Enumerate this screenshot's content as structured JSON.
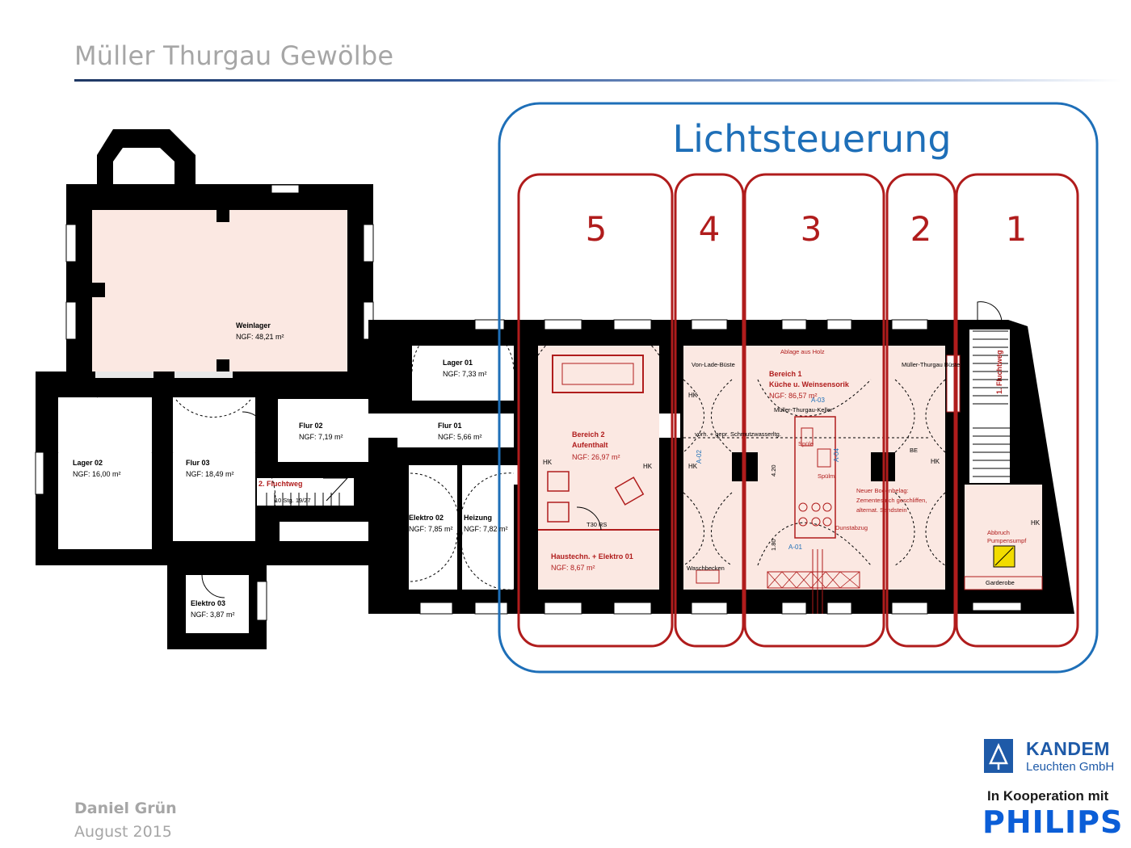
{
  "page": {
    "title": "Müller Thurgau Gewölbe",
    "author": "Daniel Grün",
    "date": "August 2015"
  },
  "lighting": {
    "title": "Lichtsteuerung",
    "zones": [
      "5",
      "4",
      "3",
      "2",
      "1"
    ],
    "frame_color": "#1e6fb8",
    "zone_color": "#b01c1c"
  },
  "rooms": {
    "weinlager": {
      "name": "Weinlager",
      "area": "NGF: 48,21 m²"
    },
    "lager02": {
      "name": "Lager 02",
      "area": "NGF: 16,00 m²"
    },
    "flur03": {
      "name": "Flur 03",
      "area": "NGF: 18,49 m²"
    },
    "flur02": {
      "name": "Flur 02",
      "area": "NGF: 7,19 m²"
    },
    "lager01": {
      "name": "Lager 01",
      "area": "NGF: 7,33 m²"
    },
    "flur01": {
      "name": "Flur 01",
      "area": "NGF: 5,66 m²"
    },
    "elektro02": {
      "name": "Elektro 02",
      "area": "NGF: 7,85 m²"
    },
    "heizung": {
      "name": "Heizung",
      "area": "NGF: 7,82 m²"
    },
    "elektro03": {
      "name": "Elektro 03",
      "area": "NGF: 3,87 m²"
    },
    "bereich2": {
      "name1": "Bereich 2",
      "name2": "Aufenthalt",
      "area": "NGF: 26,97 m²"
    },
    "haustechnik": {
      "name": "Haustechn. + Elektro 01",
      "area": "NGF: 8,67 m²"
    },
    "bereich1": {
      "name1": "Bereich 1",
      "name2": "Küche u. Weinsensorik",
      "area": "NGF: 86,57 m²"
    }
  },
  "labels": {
    "t30rs": "T30 RS",
    "t30": "T30",
    "fluchtweg1": "1. Fluchtweg",
    "fluchtweg2": "2. Fluchtweg",
    "stairs": "10 Stg. 19/27",
    "hk": "HK",
    "vonlade": "Von-Lade-Büste",
    "mueller_bueste": "Müller-Thurgau Büste",
    "ablage": "Ablage aus Holz",
    "keller": "Müller-Thurgau-Keller",
    "spuele": "Spüle",
    "spuelm": "Spülm.",
    "dunst": "Dunstabzug",
    "boden1": "Neuer Bodenbelag:",
    "boden2": "Zementestrich geschliffen,",
    "boden3": "alternat. Sandstein",
    "abbruch1": "Abbruch",
    "abbruch2": "Pumpensumpf",
    "garderobe": "Garderobe",
    "waschbecken": "Waschbecken",
    "schmutz": "vorh. + gepr. Schmutzwasserltg.",
    "be": "BE",
    "a01": "A-01",
    "a02": "A-02",
    "a03": "A-03",
    "a04": "A-04",
    "dim420": "4.20",
    "dim180": "1.80"
  },
  "logos": {
    "kandem_name": "KANDEM",
    "kandem_sub": "Leuchten GmbH",
    "kooperation": "In Kooperation mit",
    "philips": "PHILIPS"
  }
}
